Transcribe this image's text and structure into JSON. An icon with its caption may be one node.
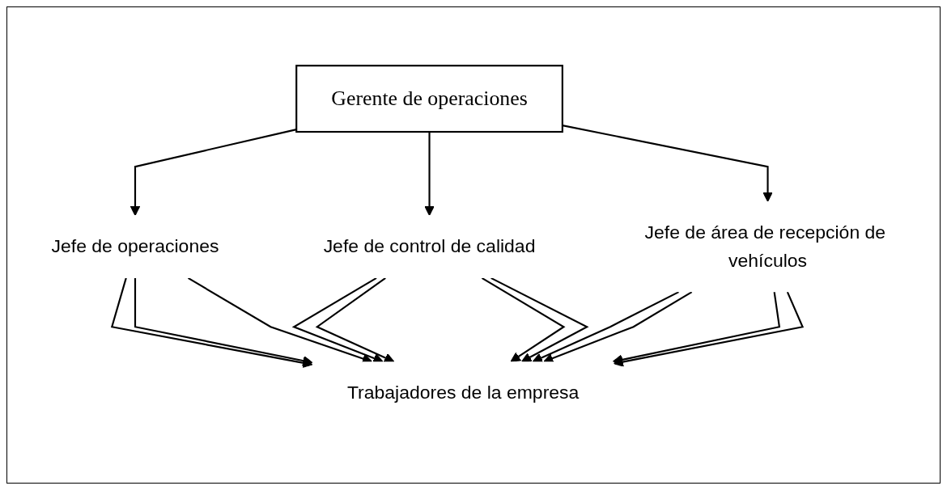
{
  "diagram": {
    "nodes": [
      {
        "text": [
          "Gerente de operaciones"
        ]
      },
      {
        "text": [
          "Jefe de operaciones"
        ]
      },
      {
        "text": [
          "Jefe de control de calidad"
        ]
      },
      {
        "text": [
          "Jefe de área de recepción de vehículos"
        ]
      },
      {
        "text": [
          "Trabajadores de la empresa"
        ]
      }
    ],
    "edges": [
      {
        "from": 0,
        "to": 1,
        "arrow": "to"
      },
      {
        "from": 0,
        "to": 2,
        "arrow": "to"
      },
      {
        "from": 0,
        "to": 3,
        "arrow": "to"
      },
      {
        "from": 1,
        "to": 4,
        "arrow": "to"
      },
      {
        "from": 1,
        "to": 4,
        "arrow": "to"
      },
      {
        "from": 1,
        "to": 4,
        "arrow": "to"
      },
      {
        "from": 2,
        "to": 4,
        "arrow": "to"
      },
      {
        "from": 2,
        "to": 4,
        "arrow": "to"
      },
      {
        "from": 2,
        "to": 4,
        "arrow": "to"
      },
      {
        "from": 2,
        "to": 4,
        "arrow": "to"
      },
      {
        "from": 3,
        "to": 4,
        "arrow": "to"
      },
      {
        "from": 3,
        "to": 4,
        "arrow": "to"
      },
      {
        "from": 3,
        "to": 4,
        "arrow": "to"
      },
      {
        "from": 3,
        "to": 4,
        "arrow": "to"
      }
    ]
  }
}
